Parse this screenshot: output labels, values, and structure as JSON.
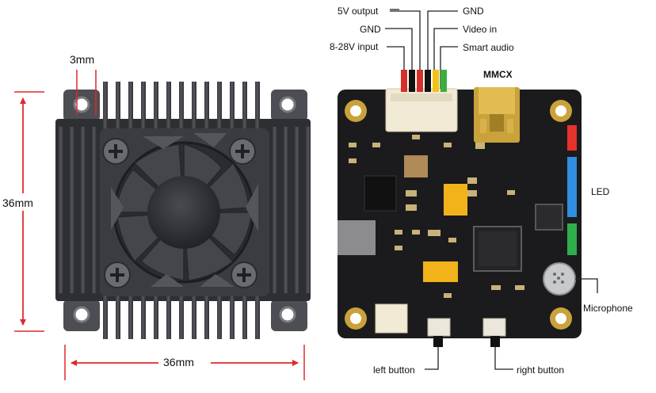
{
  "dimensions": {
    "gap": "3mm",
    "height": "36mm",
    "width": "36mm"
  },
  "pins": {
    "output_5v": "5V output",
    "gnd_left": "GND",
    "input_power": "8-28V input",
    "gnd_right": "GND",
    "video_in": "Video in",
    "smart_audio": "Smart audio"
  },
  "connector": "MMCX",
  "components": {
    "led": "LED",
    "microphone": "Microphone",
    "left_button": "left button",
    "right_button": "right button"
  },
  "colors": {
    "dimension_line": "#e0282a",
    "heatsink": "#2e2f33",
    "pcb": "#1b1b1d",
    "gold": "#c9a23b",
    "connector": "#f1ead4",
    "led_red": "#e6322c",
    "led_blue": "#2f8ee0",
    "led_green": "#2fae4b",
    "pin_red": "#d62f2a",
    "pin_black": "#111111",
    "pin_yellow": "#f0c21a",
    "pin_green": "#3cae3f"
  }
}
